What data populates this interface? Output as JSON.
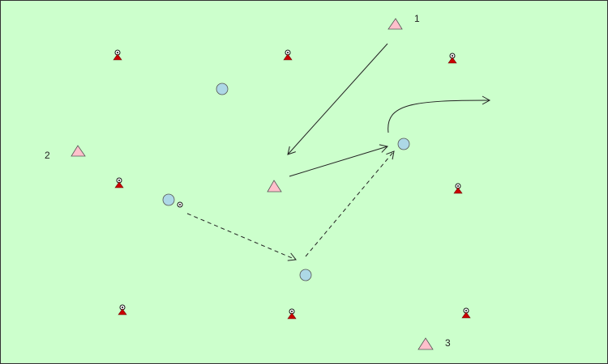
{
  "field": {
    "background": "#ccffcc",
    "border": "#333333"
  },
  "colors": {
    "attacker_fill": "#ffc0cb",
    "attacker_stroke": "#555555",
    "defender_fill": "#add8e6",
    "defender_stroke": "#555555",
    "cone": "#cc0000",
    "line": "#222222"
  },
  "labels": {
    "player_1": "1",
    "player_2": "2",
    "player_3": "3"
  },
  "icons": {
    "ball": "soccer-ball-icon",
    "cone": "cone-icon",
    "attacker": "triangle-player-icon",
    "defender": "circle-player-icon"
  }
}
